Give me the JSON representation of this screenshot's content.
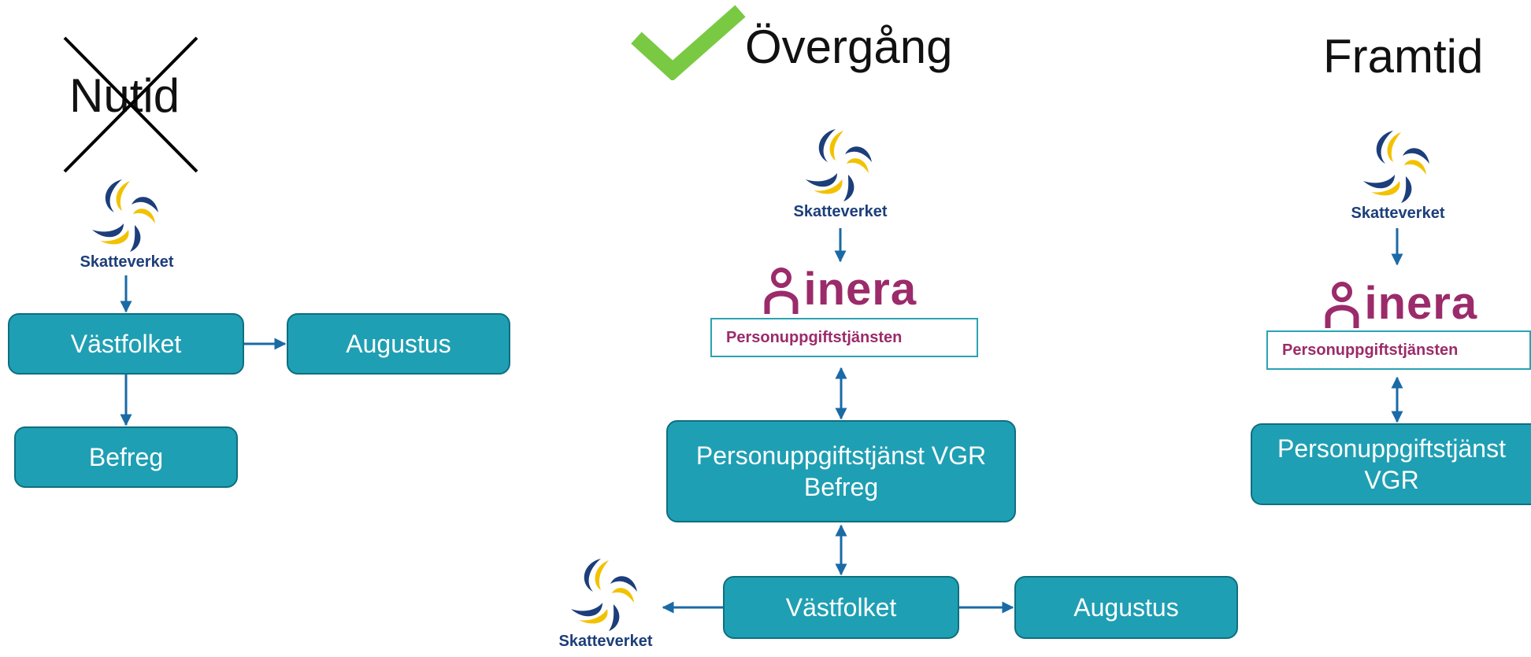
{
  "columns": {
    "nutid": {
      "heading": "Nutid"
    },
    "overgang": {
      "heading": "Övergång"
    },
    "framtid": {
      "heading": "Framtid"
    }
  },
  "logos": {
    "skatteverket": "Skatteverket",
    "inera": "inera",
    "inera_service": "Personuppgiftstjänsten"
  },
  "nodes": {
    "nutid_vastfolket": "Västfolket",
    "nutid_augustus": "Augustus",
    "nutid_befreg": "Befreg",
    "overgang_pu_vgr": "Personuppgiftstjänst VGR Befreg",
    "overgang_vastfolket": "Västfolket",
    "overgang_augustus": "Augustus",
    "framtid_pu_vgr": "Personuppgiftstjänst VGR"
  },
  "colors": {
    "box_fill": "#1f9fb3",
    "box_border": "#0f6f80",
    "arrow": "#1a6aa6",
    "inera": "#9b2b6a",
    "check": "#7ac943",
    "skatteverket_blue": "#1c3e7a",
    "skatteverket_yellow": "#f2c200"
  },
  "icons": [
    "cross-out-icon",
    "checkmark-icon",
    "skatteverket-logo",
    "inera-logo"
  ]
}
